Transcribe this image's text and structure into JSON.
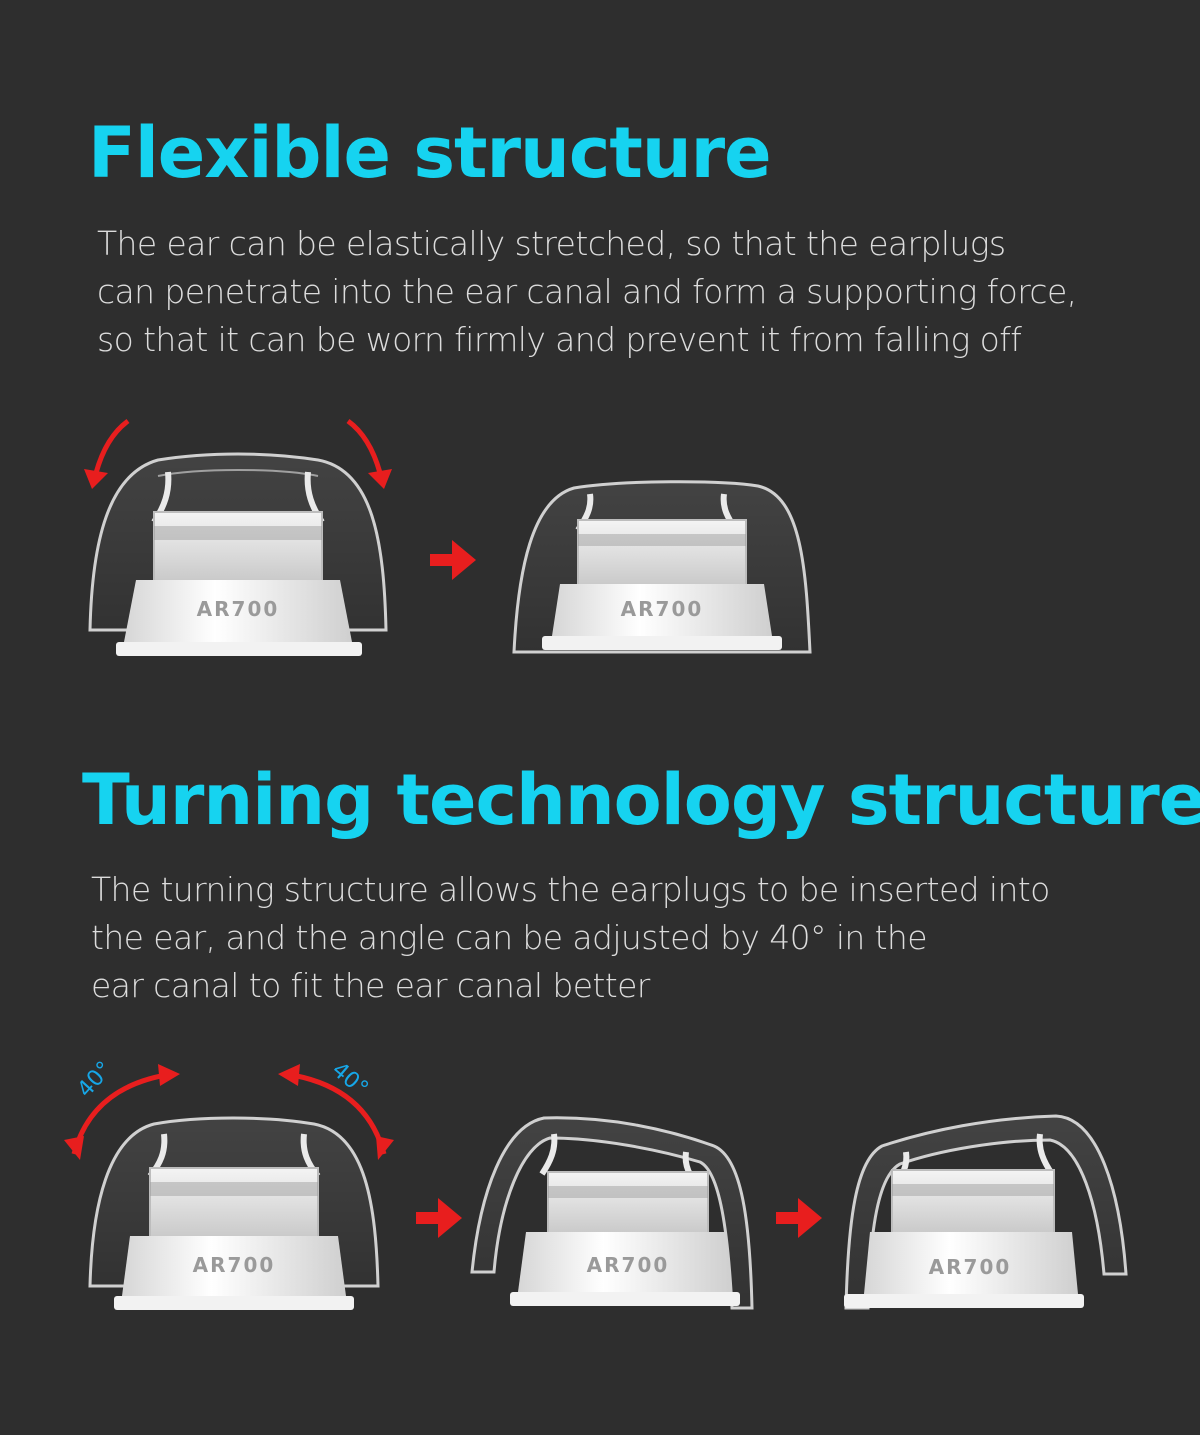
{
  "sections": [
    {
      "title": "Flexible structure",
      "description": [
        "The ear can be elastically stretched, so that the earplugs",
        "can penetrate into the ear canal and form a supporting force,",
        "so that it can be worn firmly and prevent it from falling off"
      ]
    },
    {
      "title": "Turning technology structure",
      "description": [
        "The turning structure allows the earplugs to be inserted into",
        "the ear, and the angle can be adjusted by 40° in the",
        "ear canal to fit the ear canal better"
      ]
    }
  ],
  "product_label": "AR700",
  "angle_label": "40°",
  "colors": {
    "background": "#2e2e2e",
    "heading": "#16d3f0",
    "body_text": "#dcdcdc",
    "arrow": "#e81e1e",
    "angle_label": "#16a7e8"
  }
}
